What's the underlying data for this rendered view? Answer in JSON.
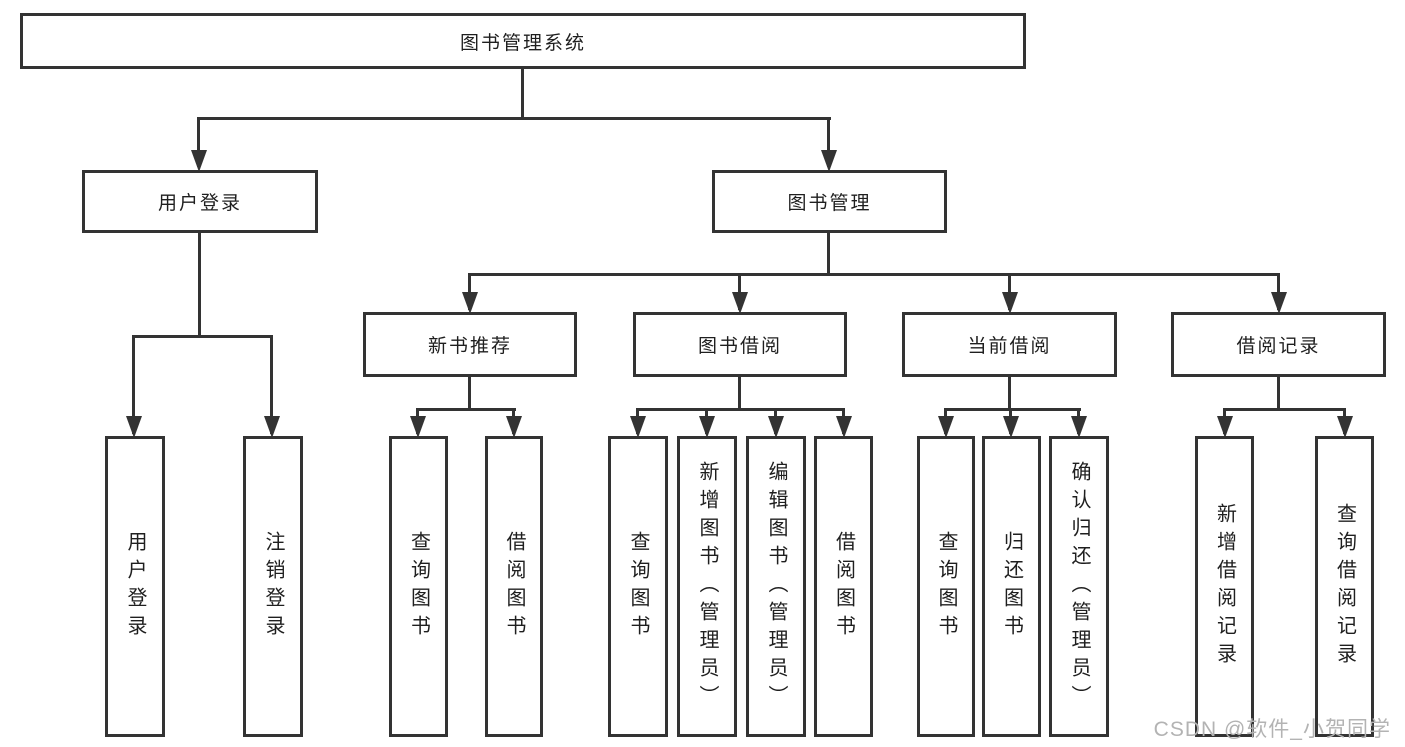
{
  "tree": {
    "label": "图书管理系统",
    "children": [
      {
        "label": "用户登录",
        "children": [
          {
            "label": "用户登录"
          },
          {
            "label": "注销登录"
          }
        ]
      },
      {
        "label": "图书管理",
        "children": [
          {
            "label": "新书推荐",
            "children": [
              {
                "label": "查询图书"
              },
              {
                "label": "借阅图书"
              }
            ]
          },
          {
            "label": "图书借阅",
            "children": [
              {
                "label": "查询图书"
              },
              {
                "label": "新增图书（管理员）"
              },
              {
                "label": "编辑图书（管理员）"
              },
              {
                "label": "借阅图书"
              }
            ]
          },
          {
            "label": "当前借阅",
            "children": [
              {
                "label": "查询图书"
              },
              {
                "label": "归还图书"
              },
              {
                "label": "确认归还（管理员）"
              }
            ]
          },
          {
            "label": "借阅记录",
            "children": [
              {
                "label": "新增借阅记录"
              },
              {
                "label": "查询借阅记录"
              }
            ]
          }
        ]
      }
    ]
  },
  "watermark": {
    "text": "CSDN @软件_小贺同学"
  },
  "colors": {
    "line": "#333333",
    "box_border": "#333333",
    "box_background": "#ffffff",
    "text": "#1f1f1f",
    "watermark": "#b3b3b3"
  }
}
